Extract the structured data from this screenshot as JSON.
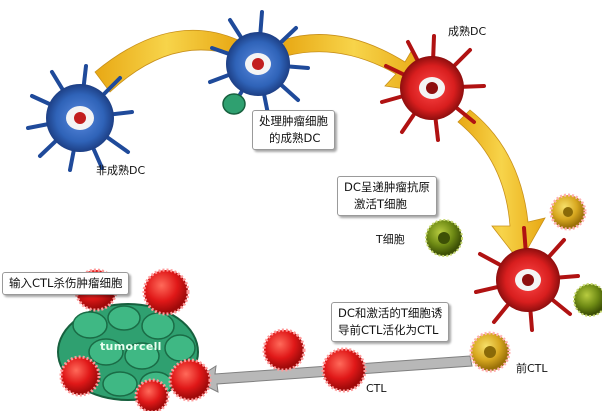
{
  "labels": {
    "immature_dc": "非成熟DC",
    "mature_dc": "成熟DC",
    "t_cell": "T细胞",
    "pre_ctl": "前CTL",
    "ctl": "CTL",
    "tumor_cell": "tumorcell"
  },
  "boxes": {
    "tumor_pulsed_dc": [
      "处理肿瘤细胞",
      "的成熟DC"
    ],
    "antigen_presentation": [
      "DC呈递肿瘤抗原",
      "激活T细胞"
    ],
    "ctl_activation": [
      "DC和激活的T细胞诱",
      "导前CTL活化为CTL"
    ],
    "ctl_infusion": [
      "输入CTL杀伤肿瘤细胞"
    ]
  },
  "colors": {
    "immature_dc": "#2f63b8",
    "mature_dc": "#d81e1e",
    "arrow": "#f2b51b",
    "t_cell": "#7a9a1a",
    "pre_ctl": "#e0b020",
    "ctl": "#e01818",
    "tumor": "#2fa070",
    "gray_arrow": "#9a9a9a"
  }
}
